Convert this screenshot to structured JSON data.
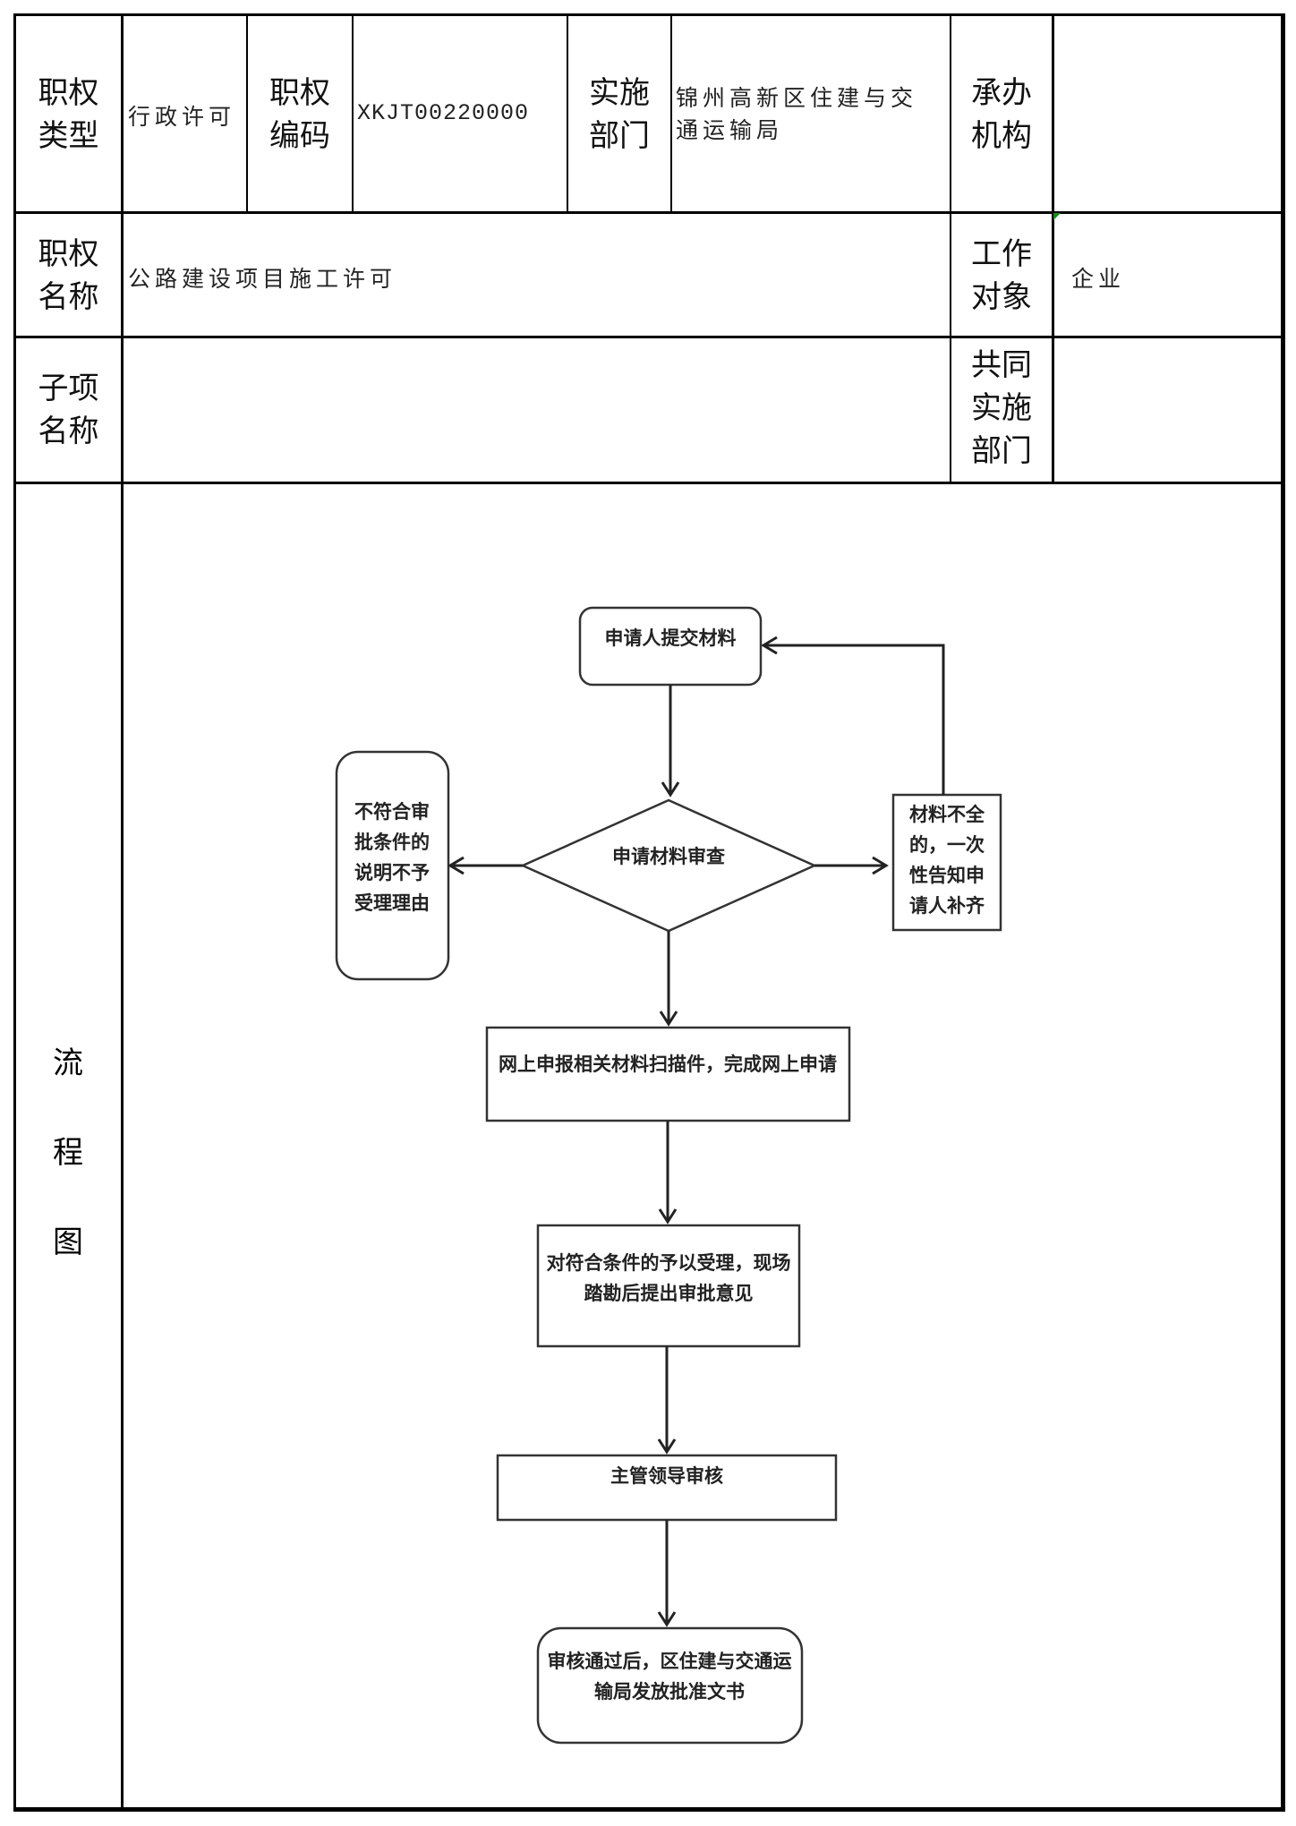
{
  "document": {
    "labels": {
      "authority_type": [
        "职权",
        "类型"
      ],
      "authority_code": [
        "职权",
        "编码"
      ],
      "implementing_dept": [
        "实施",
        "部门"
      ],
      "handling_org": [
        "承办",
        "机构"
      ],
      "authority_name": [
        "职权",
        "名称"
      ],
      "work_target": [
        "工作",
        "对象"
      ],
      "subitem_name": [
        "子项",
        "名称"
      ],
      "joint_dept": [
        "共同",
        "实施",
        "部门"
      ],
      "flowchart": [
        "流",
        "程",
        "图"
      ]
    },
    "values": {
      "authority_type": "行政许可",
      "authority_code": "XKJT00220000",
      "implementing_dept": [
        "锦州高新区住建与交",
        "通运输局"
      ],
      "handling_org": "",
      "authority_name": "公路建设项目施工许可",
      "work_target": "企业",
      "subitem_name": "",
      "joint_dept": ""
    }
  },
  "flowchart": {
    "nodes": {
      "submit": [
        "申请人提交材料"
      ],
      "review": [
        "申请材料审查"
      ],
      "reject": [
        "不符合审",
        "批条件的",
        "说明不予",
        "受理理由"
      ],
      "incomplete": [
        "材料不全",
        "的，一次",
        "性告知申",
        "请人补齐"
      ],
      "online": [
        "网上申报相关材料扫描件，完成网上申请"
      ],
      "accept": [
        "对符合条件的予以受理，现场",
        "踏勘后提出审批意见"
      ],
      "leader": [
        "主管领导审核"
      ],
      "issue": [
        "审核通过后，区住建与交通运",
        "输局发放批准文书"
      ]
    }
  }
}
